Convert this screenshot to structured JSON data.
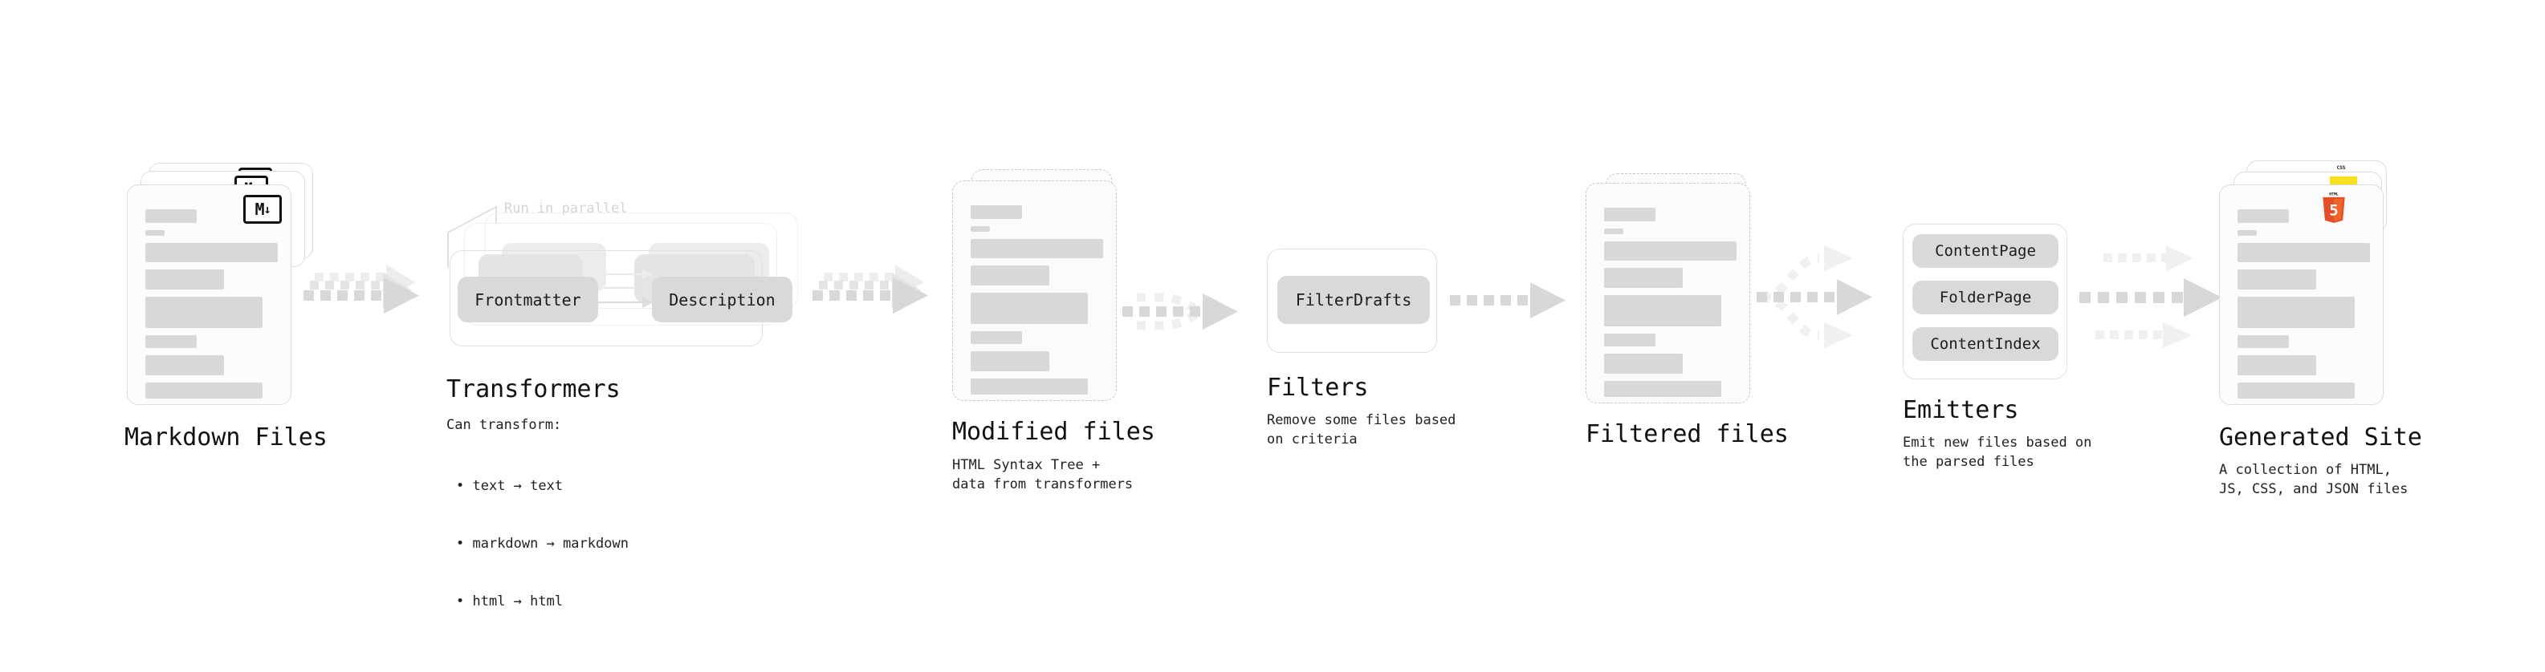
{
  "diagram": {
    "type": "pipeline-flow",
    "background": "#ffffff",
    "accent_neutral": "#d9d9d9",
    "arrow_color": "#d8d8d8",
    "stages": [
      {
        "id": "markdown-files",
        "title": "Markdown Files",
        "subtitle": "",
        "kind": "file-stack",
        "stack_count": 3,
        "badge": "markdown-badge",
        "badge_label": "M",
        "badge_arrow": "↓"
      },
      {
        "id": "transformers",
        "title": "Transformers",
        "subtitle": "Can transform:",
        "kind": "group-box",
        "note": "Run in parallel",
        "stack_count": 3,
        "pills": [
          "Frontmatter",
          "Description"
        ],
        "bullets": [
          "text → text",
          "markdown → markdown",
          "html → html"
        ]
      },
      {
        "id": "modified-files",
        "title": "Modified files",
        "subtitle": "HTML Syntax Tree +\ndata from transformers",
        "kind": "file-stack-dashed",
        "stack_count": 2
      },
      {
        "id": "filters",
        "title": "Filters",
        "subtitle": "Remove some files based\non criteria",
        "kind": "group-box",
        "pills": [
          "FilterDrafts"
        ]
      },
      {
        "id": "filtered-files",
        "title": "Filtered files",
        "subtitle": "",
        "kind": "file-stack-dashed",
        "stack_count": 2
      },
      {
        "id": "emitters",
        "title": "Emitters",
        "subtitle": "Emit new files based on\nthe parsed files",
        "kind": "group-box",
        "pills": [
          "ContentPage",
          "FolderPage",
          "ContentIndex"
        ]
      },
      {
        "id": "generated-site",
        "title": "Generated Site",
        "subtitle": "A collection of HTML,\nJS, CSS, and JSON files",
        "kind": "file-stack",
        "stack_count": 3,
        "badges": [
          "css3-badge",
          "javascript-badge",
          "html5-badge"
        ],
        "badge_labels": {
          "css": "CSS",
          "html": "HTML",
          "html_digit": "5"
        }
      }
    ],
    "connectors": [
      {
        "from": "markdown-files",
        "to": "transformers",
        "style": "dashed-stacked-arrow"
      },
      {
        "from": "transformers",
        "to": "modified-files",
        "style": "dashed-stacked-arrow"
      },
      {
        "from": "modified-files",
        "to": "filters",
        "style": "dashed-merge-arrow"
      },
      {
        "from": "filters",
        "to": "filtered-files",
        "style": "dashed-arrow"
      },
      {
        "from": "filtered-files",
        "to": "emitters",
        "style": "dashed-fanout-arrow"
      },
      {
        "from": "emitters",
        "to": "generated-site",
        "style": "dashed-triple-arrow"
      }
    ]
  }
}
